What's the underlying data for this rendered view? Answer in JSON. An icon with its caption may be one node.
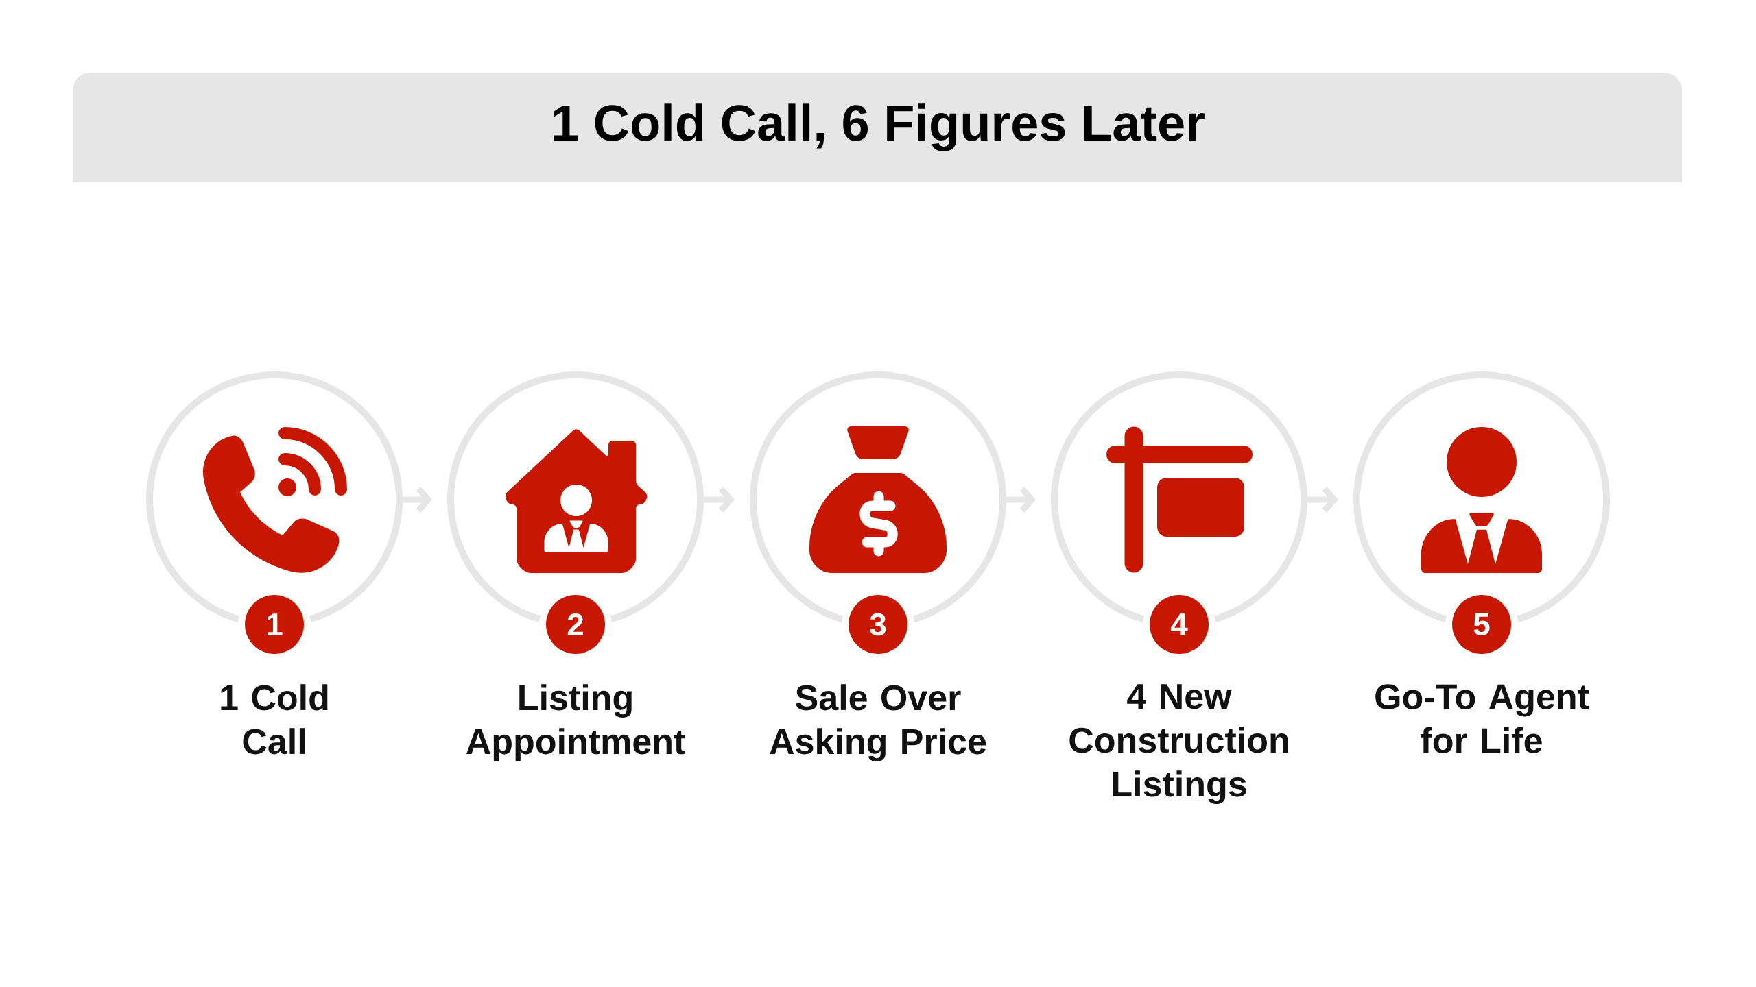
{
  "diagram": {
    "title": "1 Cold Call, 6 Figures Later",
    "nodes": [
      {
        "text": [
          "1 Cold Call"
        ]
      },
      {
        "text": [
          "1"
        ],
        "in": 0
      },
      {
        "text": [
          "Listing Appointment"
        ]
      },
      {
        "text": [
          "2"
        ],
        "in": 2
      },
      {
        "text": [
          "Sale Over Asking Price"
        ]
      },
      {
        "text": [
          "3"
        ],
        "in": 4
      },
      {
        "text": [
          "4 New Construction Listings"
        ]
      },
      {
        "text": [
          "4"
        ],
        "in": 6
      },
      {
        "text": [
          "Go-To Agent for Life"
        ]
      },
      {
        "text": [
          "5"
        ],
        "in": 8
      }
    ],
    "edges": [
      {
        "from": 0,
        "to": 2,
        "arrow": "to"
      },
      {
        "from": 2,
        "to": 4,
        "arrow": "to"
      },
      {
        "from": 4,
        "to": 6,
        "arrow": "to"
      },
      {
        "from": 6,
        "to": 8,
        "arrow": "to"
      }
    ]
  }
}
